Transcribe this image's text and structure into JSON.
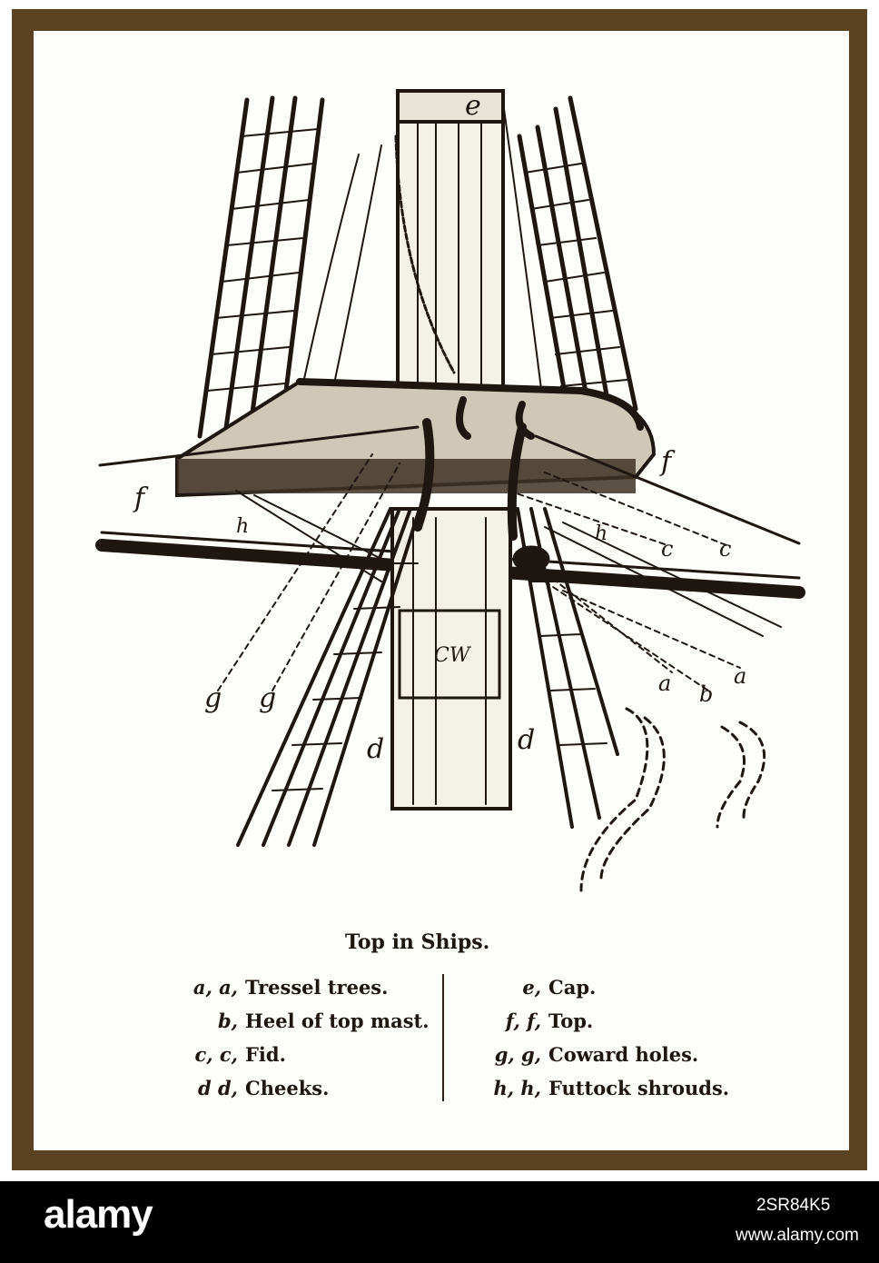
{
  "figure": {
    "labels": {
      "a": "a",
      "b": "b",
      "c": "c",
      "d": "d",
      "e": "e",
      "f": "f",
      "g": "g",
      "h": "h",
      "cw": "CW"
    }
  },
  "caption": {
    "title": "Top in Ships.",
    "left_items": [
      {
        "key": "a, a,",
        "text": "Tressel  trees."
      },
      {
        "key": "b,",
        "text": "Heel of top mast."
      },
      {
        "key": "c, c,",
        "text": "Fid."
      },
      {
        "key": "d  d,",
        "text": "Cheeks."
      }
    ],
    "right_items": [
      {
        "key": "e,",
        "text": "Cap."
      },
      {
        "key": "f, f,",
        "text": "Top."
      },
      {
        "key": "g, g,",
        "text": "Coward holes."
      },
      {
        "key": "h, h,",
        "text": "Futtock shrouds."
      }
    ]
  },
  "watermark": {
    "logo": "alamy",
    "image_id": "2SR84K5",
    "url": "www.alamy.com"
  },
  "colors": {
    "frame": "#5b4322",
    "paper": "#fdfdf9",
    "ink": "#1e1610"
  }
}
